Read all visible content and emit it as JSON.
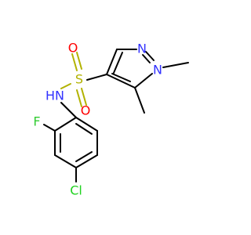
{
  "molecule": {
    "atoms": {
      "n_pyrazole_2": "N",
      "n_pyrazole_1": "N",
      "sulfur": "S",
      "oxygen_top": "O",
      "oxygen_bottom": "O",
      "nh_amide": "N",
      "nh_hydrogen": "H",
      "fluorine": "F",
      "chlorine": "Cl"
    },
    "colors": {
      "nitrogen": "#3333ff",
      "oxygen": "#ff0000",
      "sulfur": "#b2b200",
      "fluorine": "#33cc33",
      "chlorine": "#1fd21f",
      "carbon_bond": "#000000"
    }
  }
}
